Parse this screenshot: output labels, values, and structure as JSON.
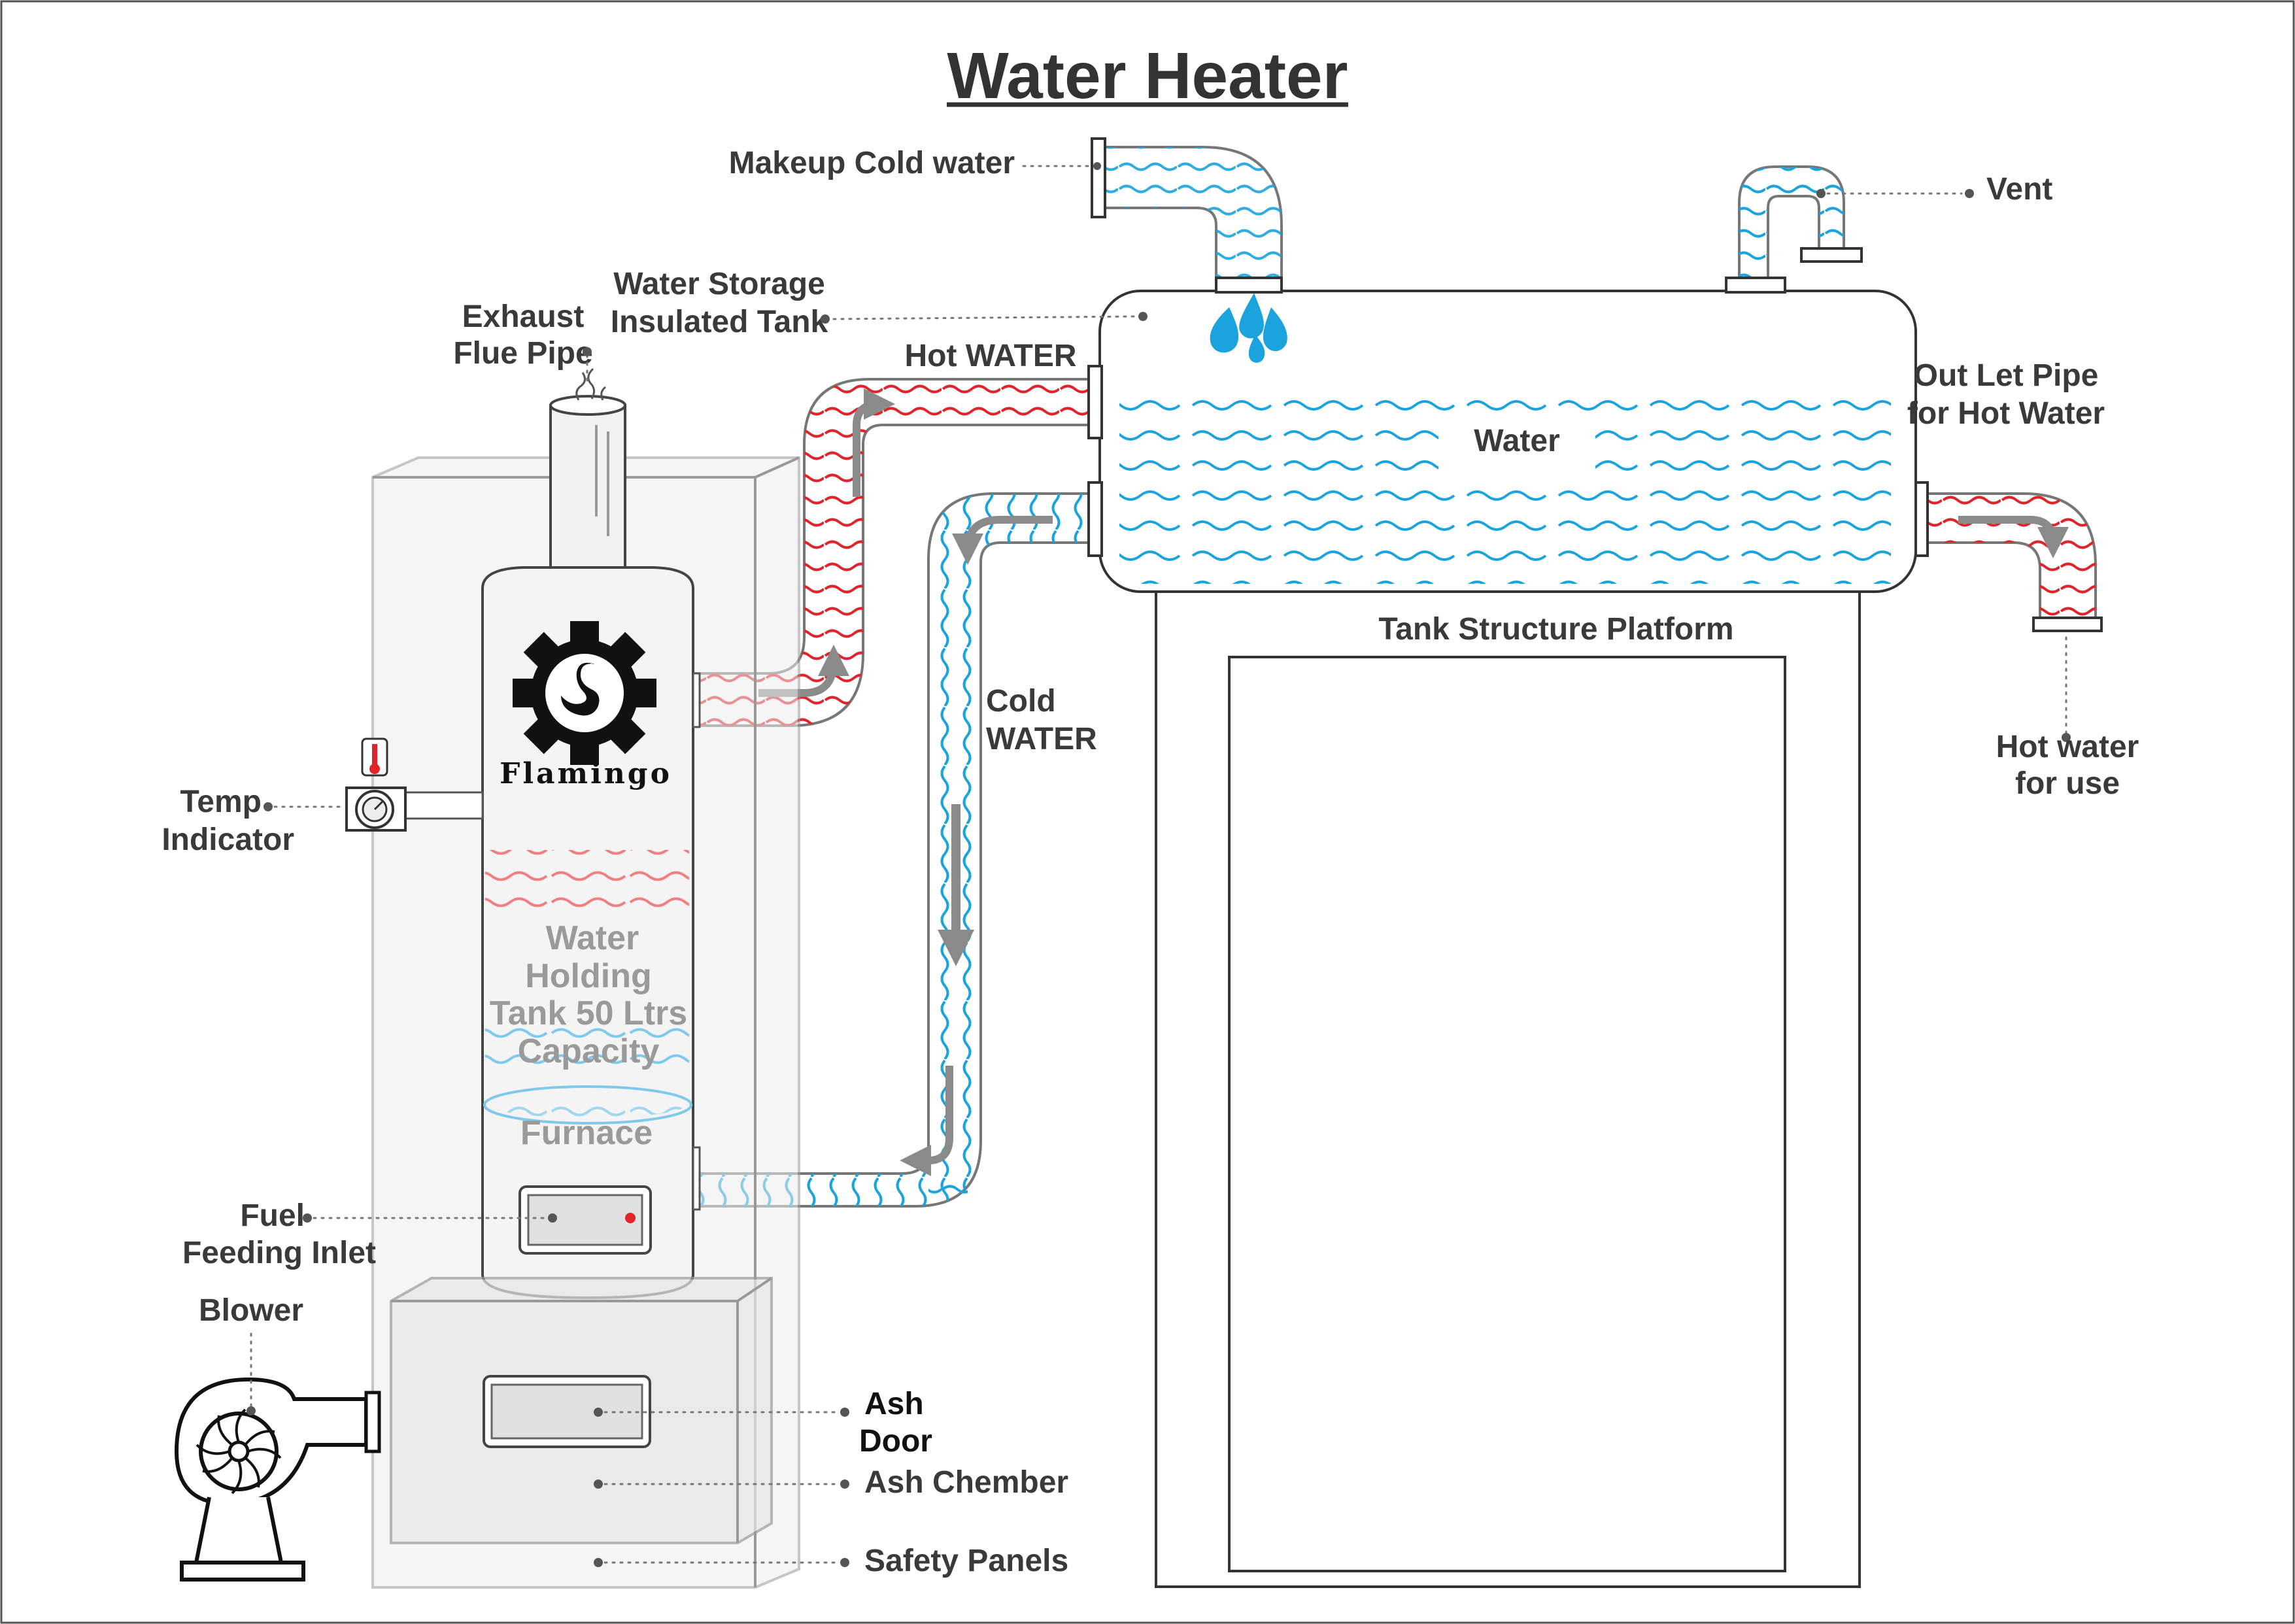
{
  "title": "Water Heater",
  "brand": "Flamingo",
  "labels": {
    "makeup_cold_water": "Makeup Cold water",
    "vent": "Vent",
    "storage_tank_line1": "Water Storage",
    "storage_tank_line2": "Insulated Tank",
    "exhaust_line1": "Exhaust",
    "exhaust_line2": "Flue Pipe",
    "hot_water_pipe": "Hot WATER",
    "water": "Water",
    "outlet_line1": "Out Let Pipe",
    "outlet_line2": "for Hot Water",
    "platform": "Tank Structure Platform",
    "cold_water_line1": "Cold",
    "cold_water_line2": "WATER",
    "hot_use_line1": "Hot water",
    "hot_use_line2": "for use",
    "temp_line1": "Temp",
    "temp_line2": "Indicator",
    "holding_line1": "Water",
    "holding_line2": "Holding",
    "holding_line3": "Tank 50 Ltrs",
    "holding_line4": "Capacity",
    "furnace": "Furnace",
    "fuel_line1": "Fuel",
    "fuel_line2": "Feeding Inlet",
    "blower": "Blower",
    "ash_door_line1": "Ash",
    "ash_door_line2": "Door",
    "ash_chamber": "Ash Chember",
    "safety_panels": "Safety Panels"
  },
  "colors": {
    "hot": "#e0242a",
    "hot_light": "#f08080",
    "cold": "#1aa3dc",
    "cold_light": "#7fcaea",
    "drop": "#1aa3dc",
    "text": "#3a3a3a",
    "arrow": "#8a8a8a"
  }
}
